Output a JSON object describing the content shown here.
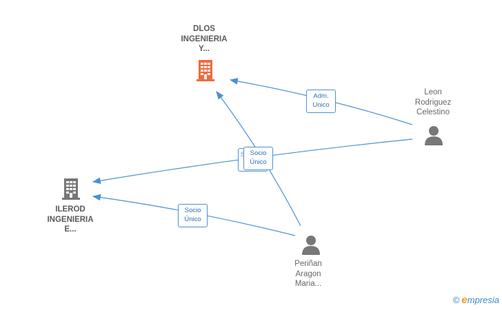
{
  "nodes": {
    "dlos": {
      "label": "DLOS\nINGENIERIA\nY...",
      "color": "#f26a3b",
      "icon": "building-icon"
    },
    "ilerod": {
      "label": "ILEROD\nINGENIERIA\nE...",
      "color": "#777777",
      "icon": "building-icon"
    },
    "leon": {
      "label": "Leon\nRodriguez\nCelestino",
      "icon": "person-icon"
    },
    "perinan": {
      "label": "Periñan\nAragon\nMaria...",
      "icon": "person-icon"
    }
  },
  "edges": {
    "leon_to_dlos": "Adm.\nUnico",
    "center_a": "S...",
    "center_b": "Socio\nÚnico",
    "perinan_to_ilerod": "Socio\nÚnico"
  },
  "colors": {
    "edge": "#4a8fd6"
  },
  "brand": {
    "copyright": "©",
    "e": "e",
    "rest": "mpresia"
  }
}
